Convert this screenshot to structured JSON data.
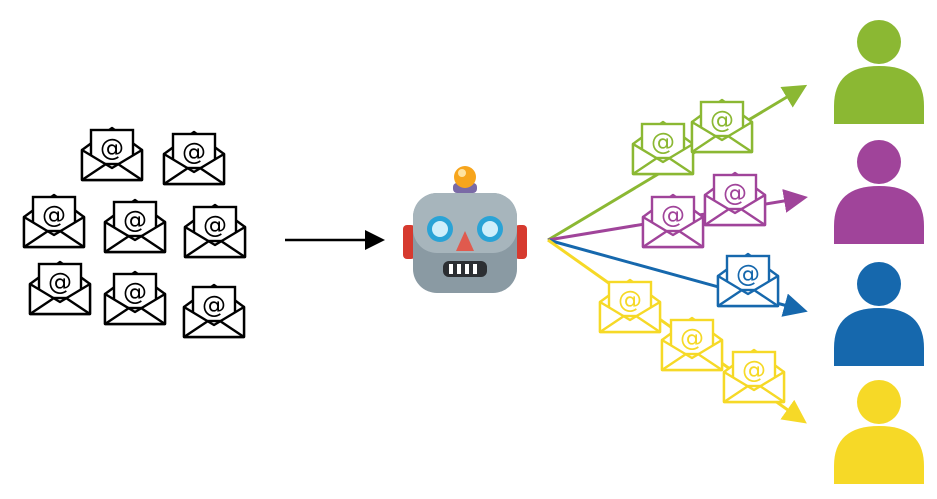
{
  "diagram": {
    "envelope_symbol": "@",
    "envelope_icon": "email-envelope-icon",
    "robot_icon": "robot-face-icon",
    "person_icon": "person-icon",
    "colors": {
      "ink": "#000000",
      "green": "#8bb833",
      "purple": "#a0449a",
      "blue": "#1668ad",
      "yellow": "#f6d927",
      "robot_body": "#8a9aa3",
      "robot_eye": "#2aa3d6",
      "robot_nose": "#e05a4e",
      "robot_antenna": "#f7a51c",
      "robot_ear": "#d63a2f"
    },
    "inbox": {
      "count": 8,
      "color": "#000000"
    },
    "routes": [
      {
        "category": "green",
        "color": "#8bb833",
        "email_count": 2
      },
      {
        "category": "purple",
        "color": "#a0449a",
        "email_count": 2
      },
      {
        "category": "blue",
        "color": "#1668ad",
        "email_count": 1
      },
      {
        "category": "yellow",
        "color": "#f6d927",
        "email_count": 3
      }
    ]
  }
}
